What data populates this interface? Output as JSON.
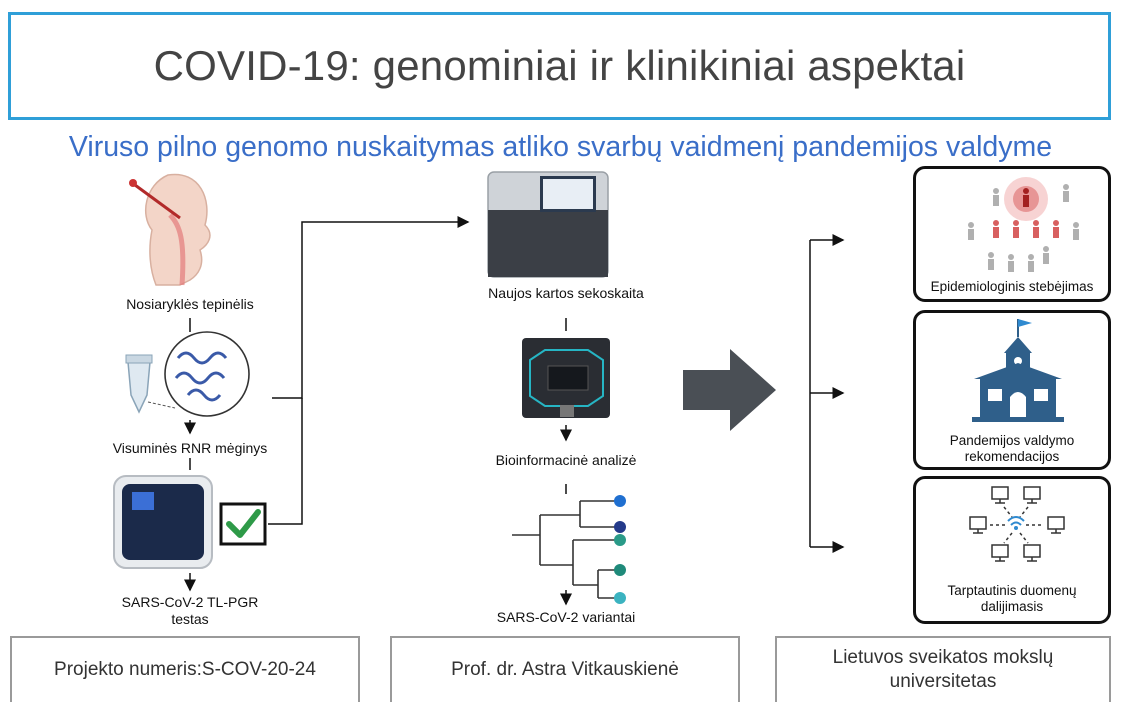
{
  "header": {
    "title": "COVID-19: genominiai ir klinikiniai aspektai"
  },
  "subtitle": "Viruso pilno genomo nuskaitymas atliko svarbų vaidmenį pandemijos valdyme",
  "left_column": {
    "sample_label": "Nosiaryklės tepinėlis",
    "rna_label": "Visuminės RNR mėginys",
    "test_label_line1": "SARS-CoV-2 TL-PGR",
    "test_label_line2": "testas"
  },
  "middle_column": {
    "sequencing_label": "Naujos kartos sekoskaita",
    "bioinfo_label": "Bioinformacinė analizė",
    "variants_label": "SARS-CoV-2 variantai"
  },
  "cards": [
    {
      "label_line1": "Epidemiologinis stebėjimas",
      "label_line2": ""
    },
    {
      "label_line1": "Pandemijos valdymo",
      "label_line2": "rekomendacijos"
    },
    {
      "label_line1": "Tarptautinis duomenų",
      "label_line2": "dalijimasis"
    }
  ],
  "footer": {
    "project_label": "Projekto numeris: ",
    "project_number": "S-COV-20-24",
    "author": "Prof. dr. Astra Vitkauskienė",
    "university_line1": "Lietuvos sveikatos mokslų",
    "university_line2": "universitetas"
  },
  "colors": {
    "title_border": "#2f9fd8",
    "subtitle": "#3a6ec8",
    "check_green": "#2e9a48",
    "school_blue": "#2f5f8a",
    "tree_dots": [
      "#1f6fd0",
      "#243a8a",
      "#2a9a88",
      "#1f8a7a",
      "#3bb3c0"
    ]
  },
  "icons": [
    "swab-head-icon",
    "rna-tube-icon",
    "pcr-machine-icon",
    "check-icon",
    "sequencer-icon",
    "flow-cell-icon",
    "phylo-tree-icon",
    "big-arrow-icon",
    "people-spread-icon",
    "school-icon",
    "network-icon"
  ]
}
